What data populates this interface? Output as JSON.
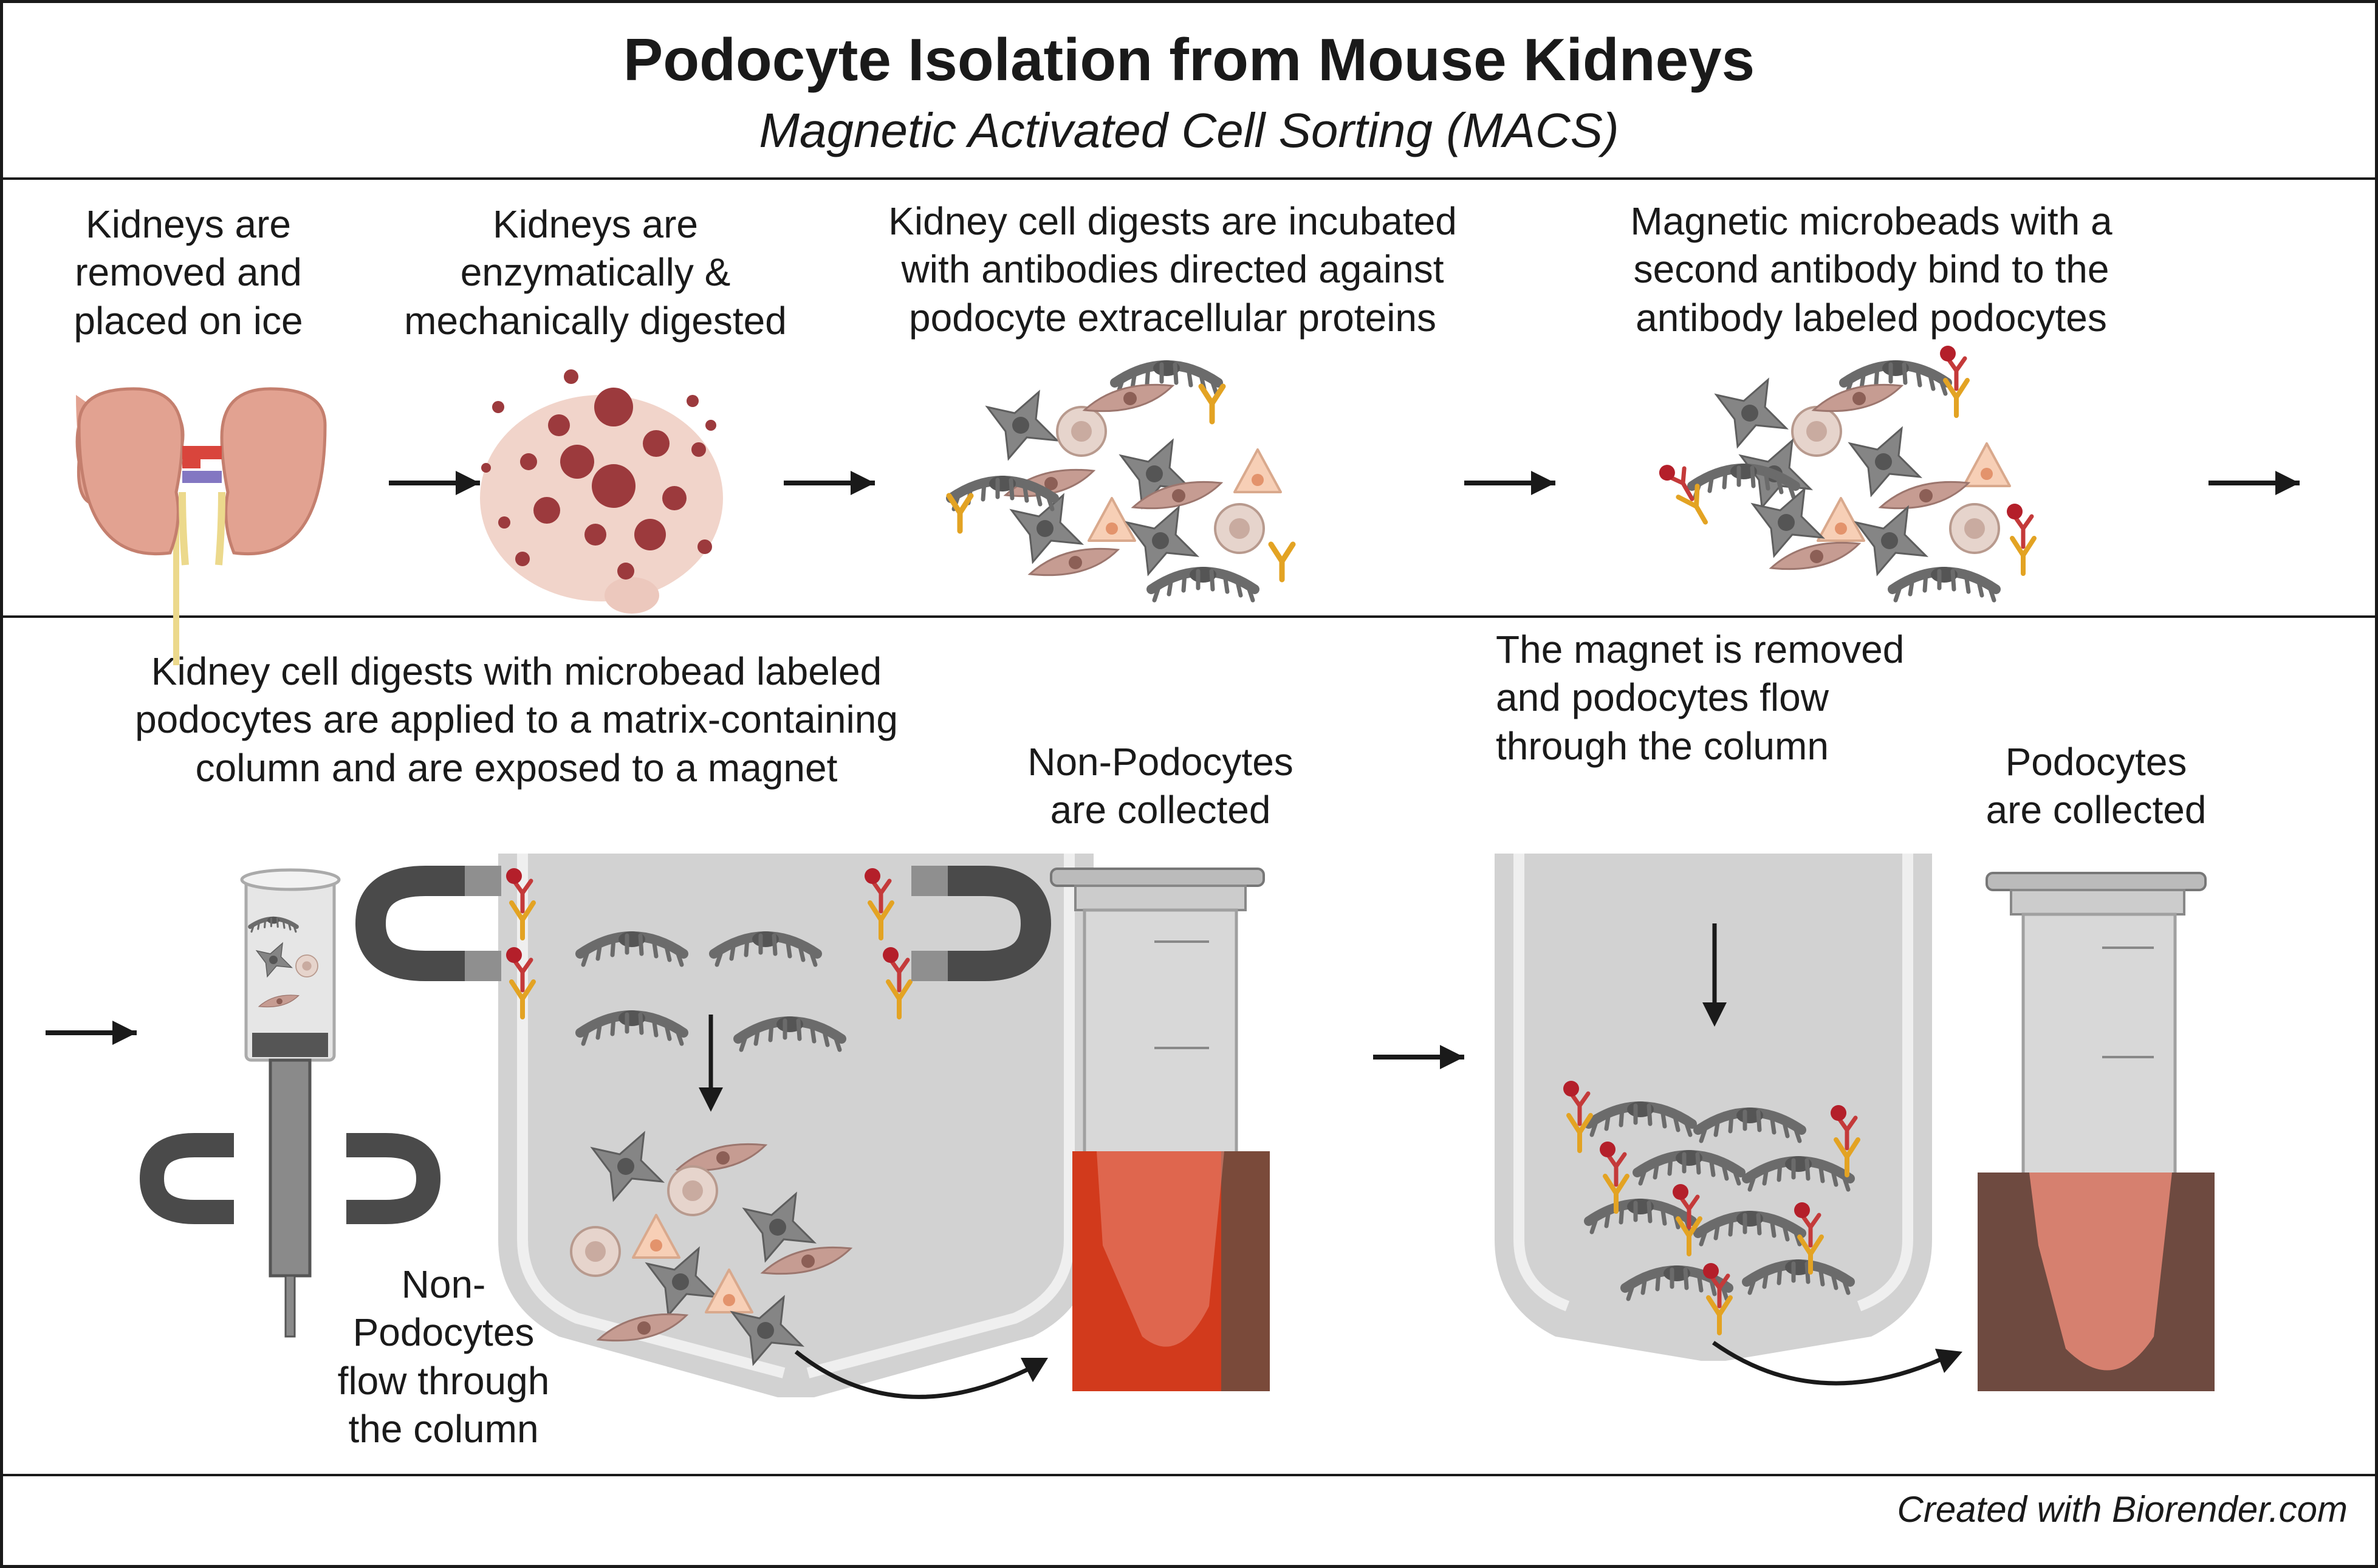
{
  "title": "Podocyte Isolation from Mouse Kidneys",
  "subtitle": "Magnetic Activated Cell Sorting (MACS)",
  "steps": {
    "s1": [
      "Kidneys are",
      "removed and",
      "placed on ice"
    ],
    "s2": [
      "Kidneys are",
      "enzymatically &",
      "mechanically digested"
    ],
    "s3": [
      "Kidney cell digests are incubated",
      "with antibodies directed against",
      "podocyte extracellular proteins"
    ],
    "s4": [
      "Magnetic microbeads with a",
      "second antibody bind to the",
      "antibody labeled podocytes"
    ],
    "s5": [
      "Kidney cell digests with microbead labeled",
      "podocytes are applied to a matrix-containing",
      "column and are exposed to a magnet"
    ],
    "s6": [
      "Non-Podocytes",
      "are collected"
    ],
    "s7": [
      "Non-",
      "Podocytes",
      "flow through",
      "the column"
    ],
    "s8": [
      "The magnet is removed",
      "and podocytes flow",
      "through the column"
    ],
    "s9": [
      "Podocytes",
      "are collected"
    ]
  },
  "credit": "Created with Biorender.com",
  "colors": {
    "border": "#1a1a1a",
    "kidney": "#e2a291",
    "artery": "#d9453c",
    "vein": "#8377c2",
    "ureter": "#ecd98c",
    "podocyte": "#6b6b6b",
    "cell_gray": "#858585",
    "cell_pink": "#c69c92",
    "cell_peach": "#f7cfb6",
    "bead": "#b41f2a",
    "antibody_gold": "#e3a323",
    "antibody_red": "#c43a3a",
    "magnet": "#4a4a4a",
    "column": "#cfcfcf",
    "tube_red": "#d23a1c",
    "tube_pink": "#e98a78"
  },
  "icons": [
    "kidney-icon",
    "digested-tissue-icon",
    "cell-mix-icon",
    "antibody-icon",
    "microbead-icon",
    "magnet-icon",
    "column-icon",
    "collection-tube-icon",
    "arrow-icon"
  ]
}
